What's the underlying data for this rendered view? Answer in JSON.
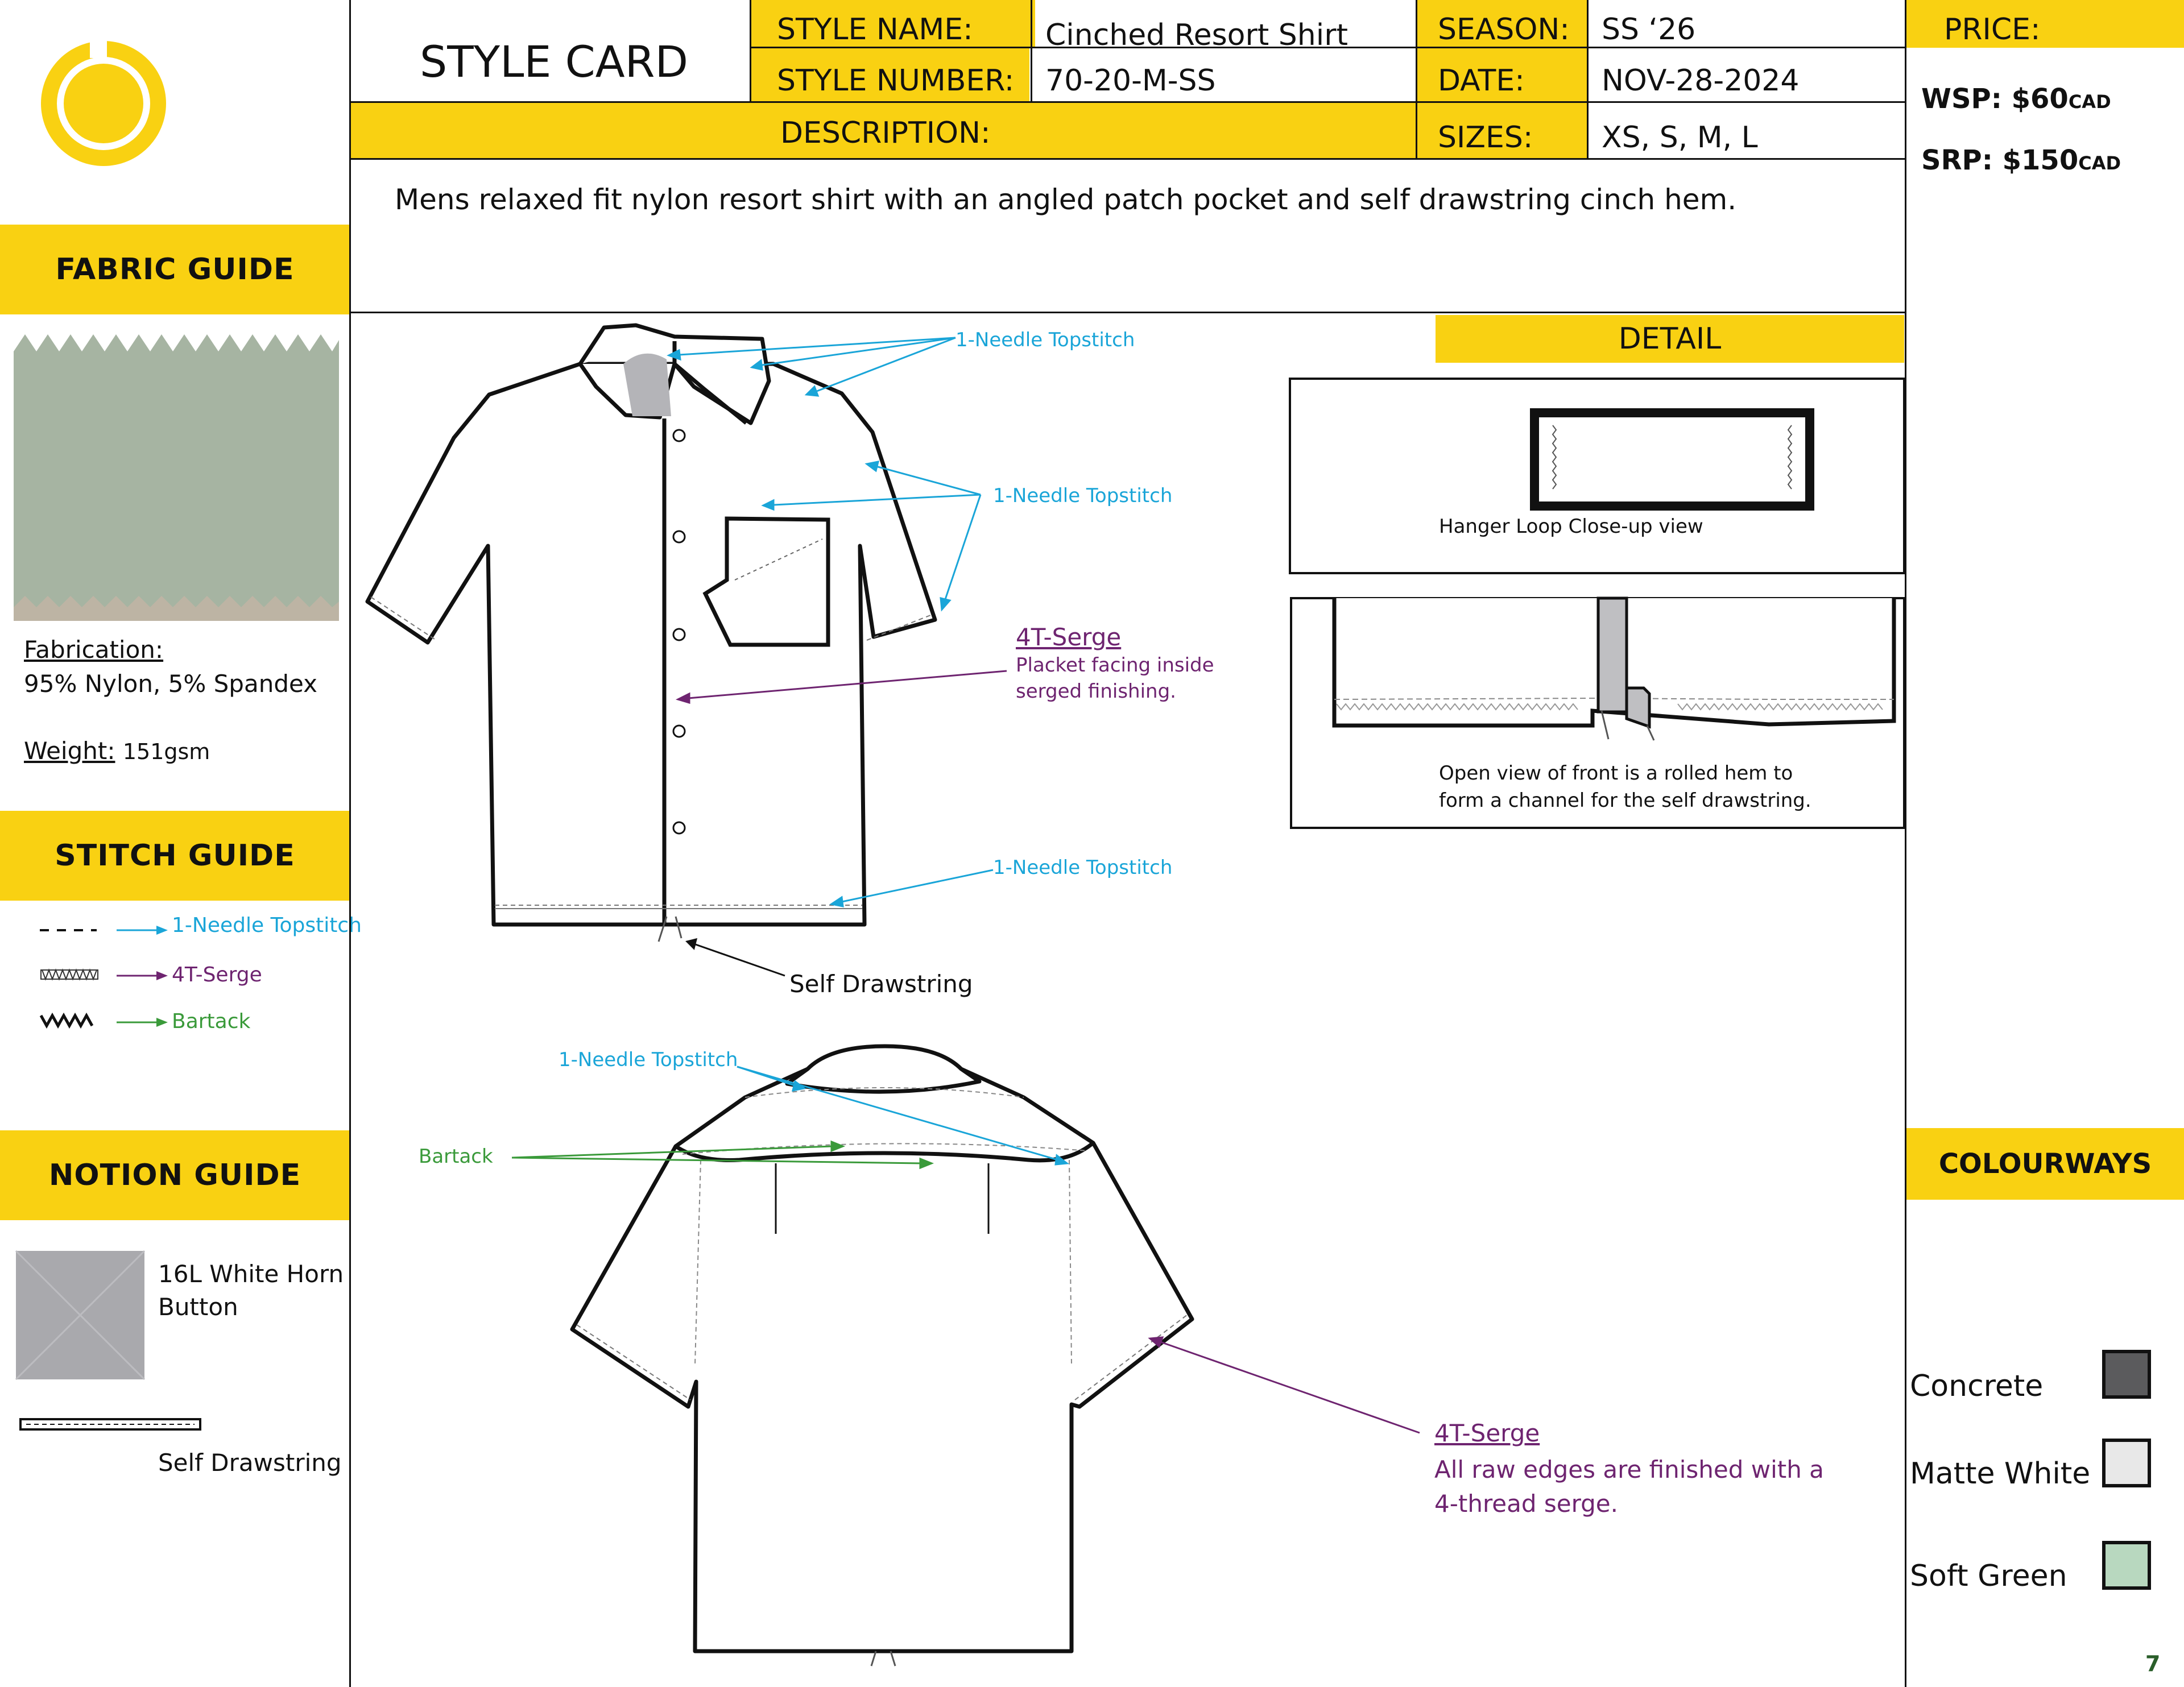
{
  "header": {
    "title": "STYLE CARD",
    "style_name_label": "STYLE NAME:",
    "style_name": "Cinched Resort Shirt",
    "style_number_label": "STYLE NUMBER:",
    "style_number": "70-20-M-SS",
    "season_label": "SEASON:",
    "season": "SS ‘26",
    "date_label": "DATE:",
    "date": "NOV-28-2024",
    "description_label": "DESCRIPTION:",
    "sizes_label": "SIZES:",
    "sizes": "XS, S, M, L",
    "description": "Mens relaxed fit nylon resort shirt with an angled patch pocket and self drawstring cinch hem."
  },
  "price": {
    "label": "PRICE:",
    "wsp_label": "WSP:",
    "wsp_value": "$60",
    "wsp_unit": "CAD",
    "srp_label": "SRP:",
    "srp_value": "$150",
    "srp_unit": "CAD"
  },
  "fabric_guide": {
    "title": "FABRIC GUIDE",
    "swatch_color": "#a6b4a2",
    "fabrication_label": "Fabrication:",
    "fabrication": "95% Nylon, 5% Spandex",
    "weight_label": "Weight:",
    "weight": "151gsm"
  },
  "stitch_guide": {
    "title": "STITCH GUIDE",
    "items": [
      {
        "label": "1-Needle Topstitch",
        "color": "#1aa5d8",
        "icon": "dashed-line-icon"
      },
      {
        "label": "4T-Serge",
        "color": "#6e2470",
        "icon": "serge-stitch-icon"
      },
      {
        "label": "Bartack",
        "color": "#3a9a3a",
        "icon": "zigzag-icon"
      }
    ]
  },
  "notion_guide": {
    "title": "NOTION GUIDE",
    "button_label": "16L White Horn Button",
    "drawstring_label": "Self Drawstring"
  },
  "colourways": {
    "title": "COLOURWAYS",
    "items": [
      {
        "name": "Concrete",
        "color": "#5b5b5d"
      },
      {
        "name": "Matte White",
        "color": "#e8e8e8"
      },
      {
        "name": "Soft Green",
        "color": "#b8d8bf"
      }
    ]
  },
  "detail": {
    "title": "DETAIL",
    "hanger_loop_caption": "Hanger Loop Close-up view",
    "open_view_caption_line1": "Open view of front is a rolled hem to",
    "open_view_caption_line2": "form a channel for the self drawstring."
  },
  "callouts": {
    "front_topstitch_1": "1-Needle Topstitch",
    "front_topstitch_2": "1-Needle Topstitch",
    "front_serge_title": "4T-Serge",
    "front_serge_line1": "Placket facing inside",
    "front_serge_line2": "serged finishing.",
    "front_topstitch_3": "1-Needle Topstitch",
    "self_drawstring": "Self Drawstring",
    "back_topstitch": "1-Needle Topstitch",
    "back_bartack": "Bartack",
    "back_serge_title": "4T-Serge",
    "back_serge_line1": "All raw edges are finished with a",
    "back_serge_line2": "4-thread serge."
  },
  "page_number": "7"
}
